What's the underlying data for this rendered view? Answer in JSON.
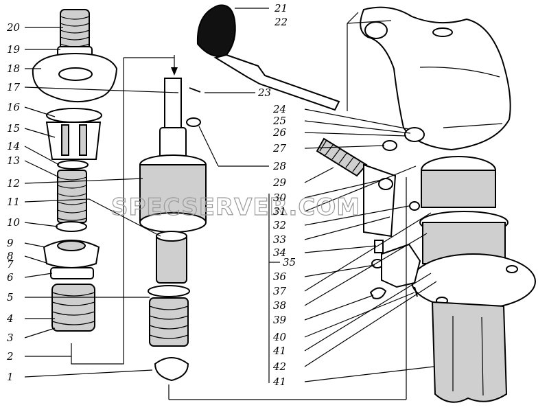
{
  "watermark": "SPECSERVER.COM",
  "labels": {
    "l1": "1",
    "l2": "2",
    "l3": "3",
    "l4": "4",
    "l5": "5",
    "l6": "6",
    "l7": "7",
    "l8": "8",
    "l9": "9",
    "l10": "10",
    "l11": "11",
    "l12": "12",
    "l13": "13",
    "l14": "14",
    "l15": "15",
    "l16": "16",
    "l17": "17",
    "l18": "18",
    "l19": "19",
    "l20": "20",
    "l21": "21",
    "l22": "22",
    "l23": "23",
    "l24": "24",
    "l25": "25",
    "l26": "26",
    "l27": "27",
    "l28": "28",
    "l29": "29",
    "l30": "30",
    "l31": "31",
    "l32": "32",
    "l33": "33",
    "l34": "34",
    "l35": "35",
    "l36": "36",
    "l37": "37",
    "l38": "38",
    "l39": "39",
    "l40": "40",
    "l41a": "41",
    "l42": "42",
    "l41b": "41"
  }
}
